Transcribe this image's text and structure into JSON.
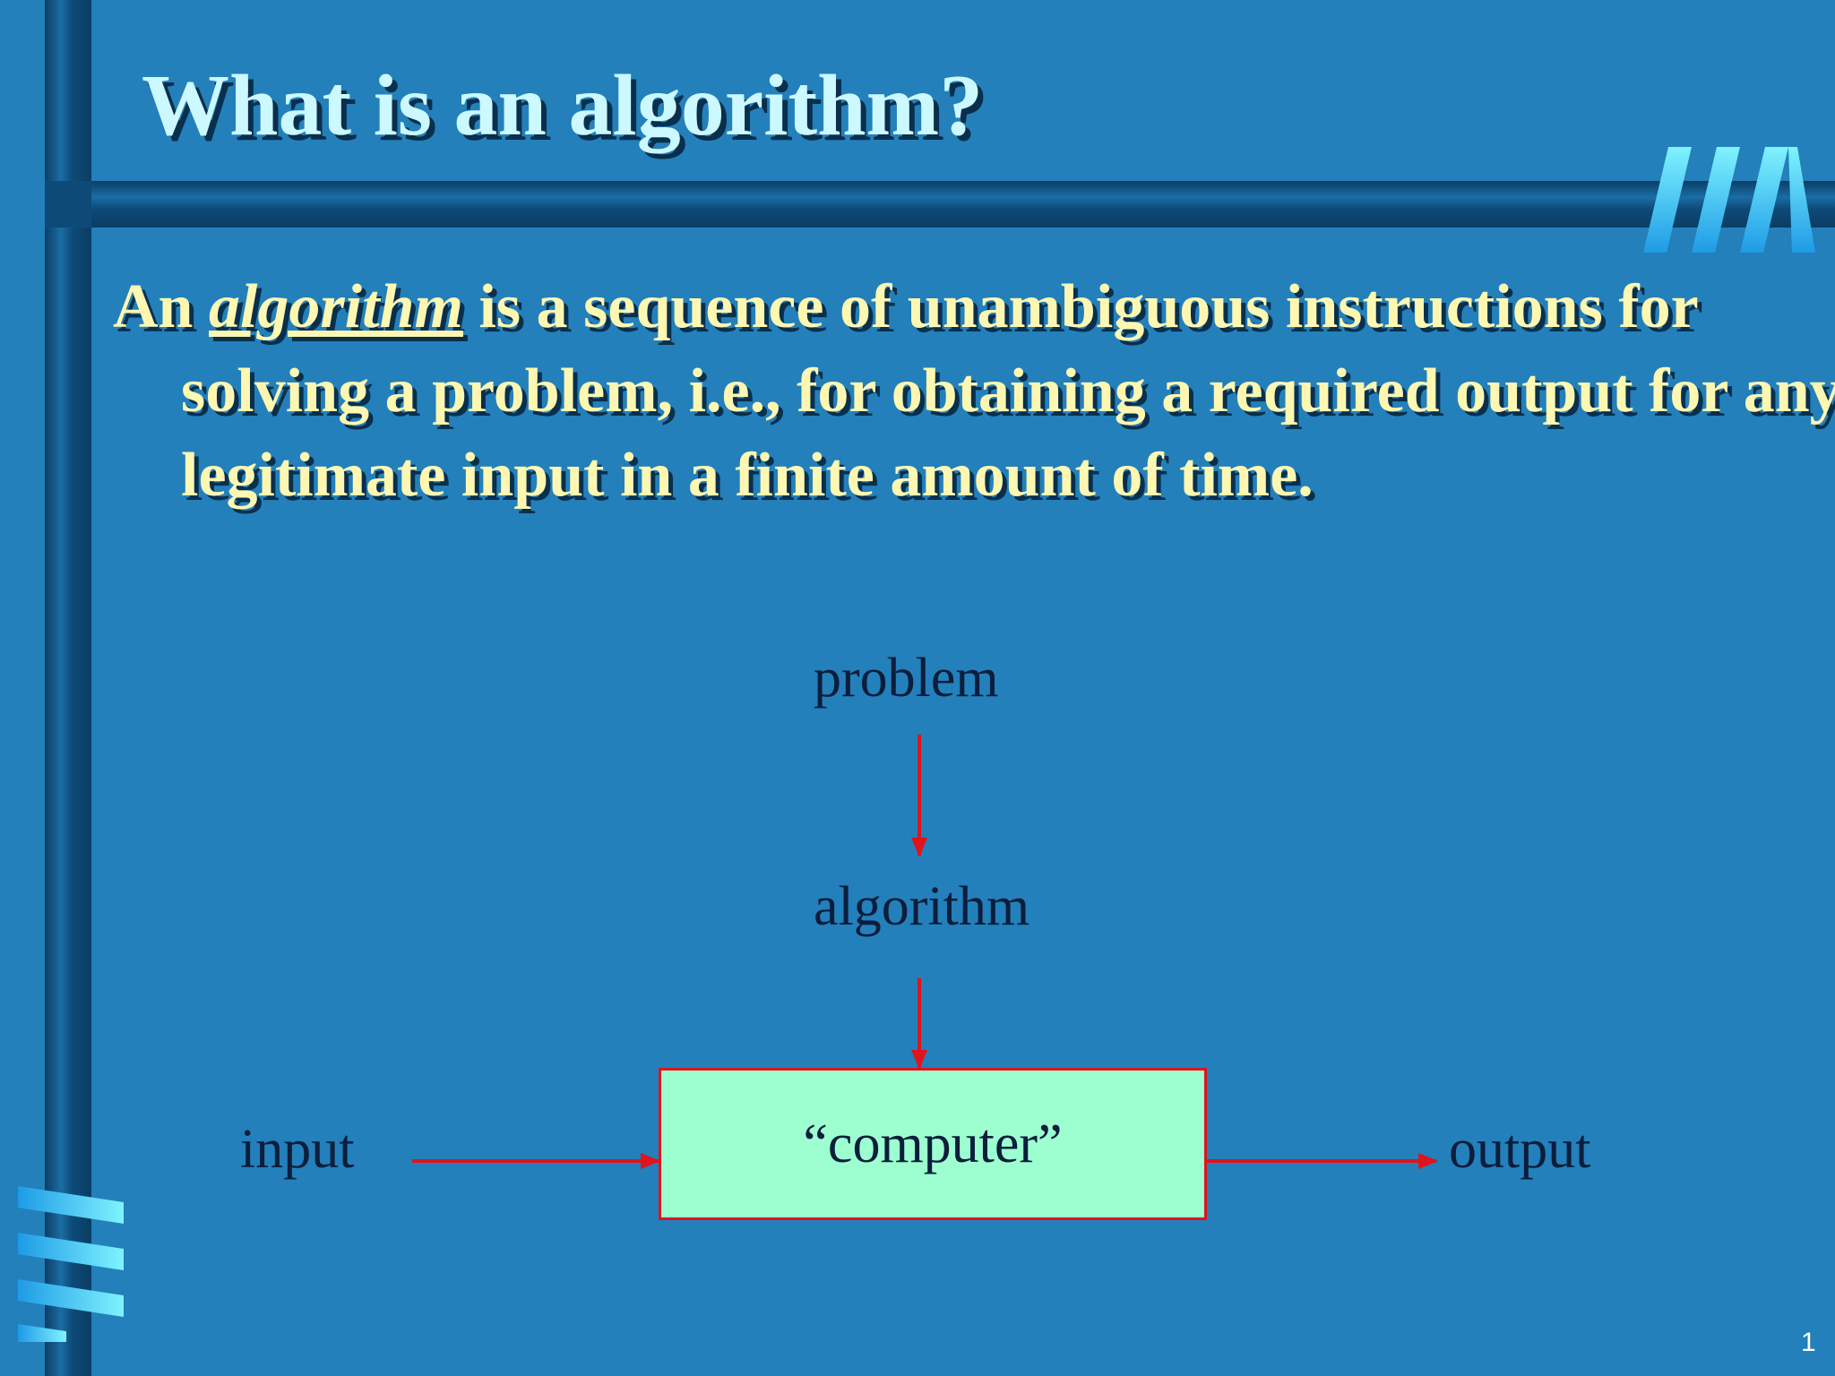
{
  "slide": {
    "title": "What is an algorithm?",
    "definition": {
      "prefix": "An ",
      "term": "algorithm",
      "rest": " is a sequence of unambiguous instructions for solving a problem, i.e., for obtaining a required output for any legitimate input in a finite amount of time."
    },
    "diagram": {
      "problem": "problem",
      "algorithm": "algorithm",
      "input": "input",
      "computer": "“computer”",
      "output": "output"
    },
    "page_number": "1"
  },
  "colors": {
    "background": "#2380bb",
    "title_text": "#ccf8ff",
    "definition_text": "#fdf7b2",
    "arrow": "#e0141c",
    "computer_box_fill": "#9dffd0",
    "diagram_text": "#0c1e3c"
  }
}
